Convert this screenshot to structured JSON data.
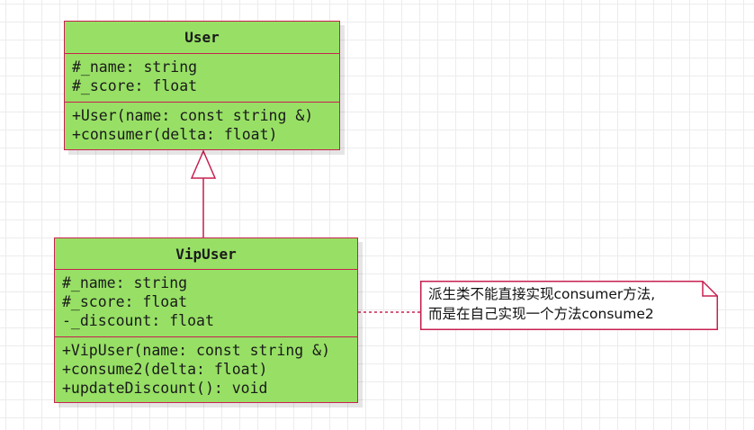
{
  "diagram": {
    "type": "uml-class-diagram",
    "classes": [
      {
        "name": "User",
        "attributes": [
          "#_name: string",
          "#_score: float"
        ],
        "operations": [
          "+User(name: const string &)",
          "+consumer(delta: float)"
        ]
      },
      {
        "name": "VipUser",
        "attributes": [
          "#_name: string",
          "#_score: float",
          "-_discount: float"
        ],
        "operations": [
          "+VipUser(name: const string &)",
          "+consume2(delta: float)",
          "+updateDiscount(): void"
        ]
      }
    ],
    "relations": [
      {
        "type": "generalization",
        "from": "VipUser",
        "to": "User"
      },
      {
        "type": "note-anchor",
        "from": "note",
        "to": "VipUser"
      }
    ],
    "note": {
      "lines": [
        "派生类不能直接实现consumer方法,",
        "而是在自己实现一个方法consume2"
      ]
    },
    "colors": {
      "class_fill": "#97e065",
      "class_border": "#c82050",
      "note_fill": "#ffffff"
    }
  }
}
